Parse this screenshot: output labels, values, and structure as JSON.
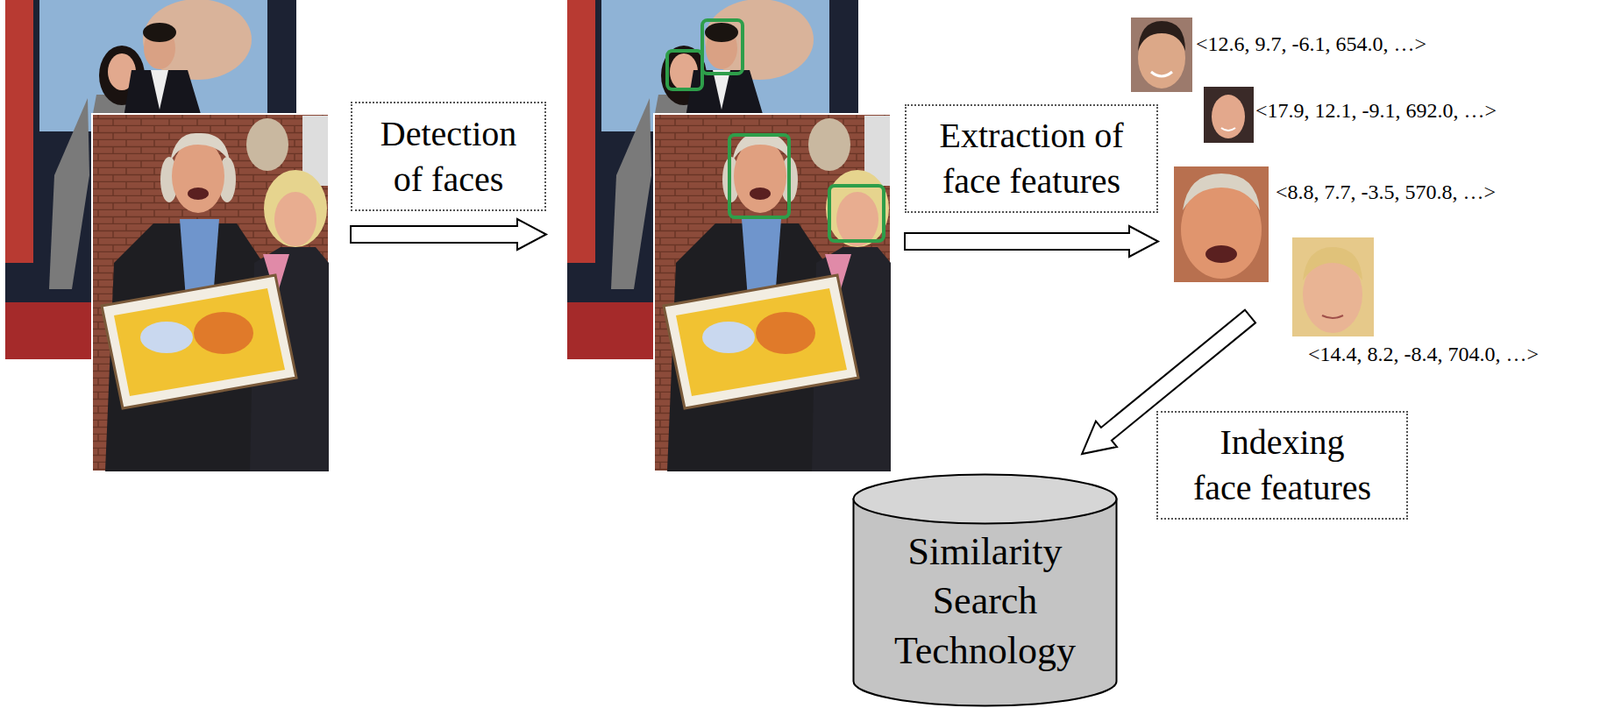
{
  "diagram": {
    "nodes": [
      {
        "text": [
          "Detection of faces"
        ]
      },
      {
        "text": [
          "Extraction of face features"
        ]
      },
      {
        "text": [
          "Indexing face features"
        ]
      },
      {
        "text": [
          "Similarity Search Technology"
        ]
      }
    ],
    "labels": [
      "<12.6, 9.7, -6.1, 654.0, …>",
      "<17.9, 12.1, -9.1, 692.0, …>",
      "<8.8, 7.7, -3.5, 570.8, …>",
      "<14.4, 8.2, -8.4, 704.0, …>"
    ]
  }
}
